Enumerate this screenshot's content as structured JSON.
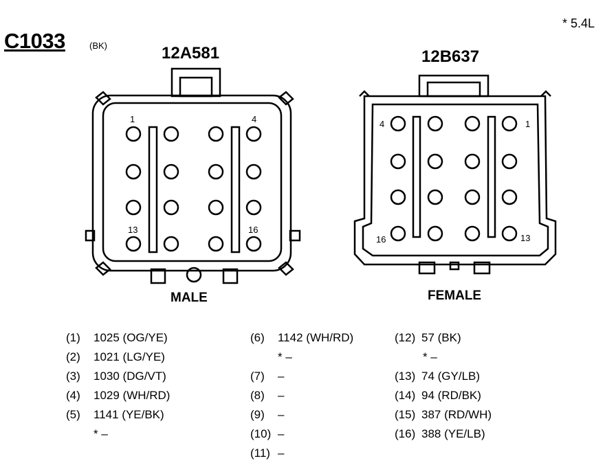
{
  "connector": {
    "id": "C1033",
    "color": "(BK)",
    "engine_note": "* 5.4L"
  },
  "male": {
    "part": "12A581",
    "label": "MALE",
    "pin_labels": [
      "1",
      "4",
      "13",
      "16"
    ]
  },
  "female": {
    "part": "12B637",
    "label": "FEMALE",
    "pin_labels": [
      "4",
      "1",
      "16",
      "13"
    ]
  },
  "pins": {
    "col1": [
      {
        "num": "(1)",
        "val": "1025 (OG/YE)"
      },
      {
        "num": "(2)",
        "val": "1021 (LG/YE)"
      },
      {
        "num": "(3)",
        "val": "1030 (DG/VT)"
      },
      {
        "num": "(4)",
        "val": "1029 (WH/RD)"
      },
      {
        "num": "(5)",
        "val": "1141 (YE/BK)"
      },
      {
        "num": "",
        "val": "* –"
      }
    ],
    "col2": [
      {
        "num": "(6)",
        "val": "1142 (WH/RD)"
      },
      {
        "num": "",
        "val": "* –"
      },
      {
        "num": "(7)",
        "val": "–"
      },
      {
        "num": "(8)",
        "val": "–"
      },
      {
        "num": "(9)",
        "val": "–"
      },
      {
        "num": "(10)",
        "val": "–"
      },
      {
        "num": "(11)",
        "val": "–"
      }
    ],
    "col3": [
      {
        "num": "(12)",
        "val": "57 (BK)"
      },
      {
        "num": "",
        "val": "* –"
      },
      {
        "num": "(13)",
        "val": "74 (GY/LB)"
      },
      {
        "num": "(14)",
        "val": "94 (RD/BK)"
      },
      {
        "num": "(15)",
        "val": "387 (RD/WH)"
      },
      {
        "num": "(16)",
        "val": "388 (YE/LB)"
      }
    ]
  }
}
